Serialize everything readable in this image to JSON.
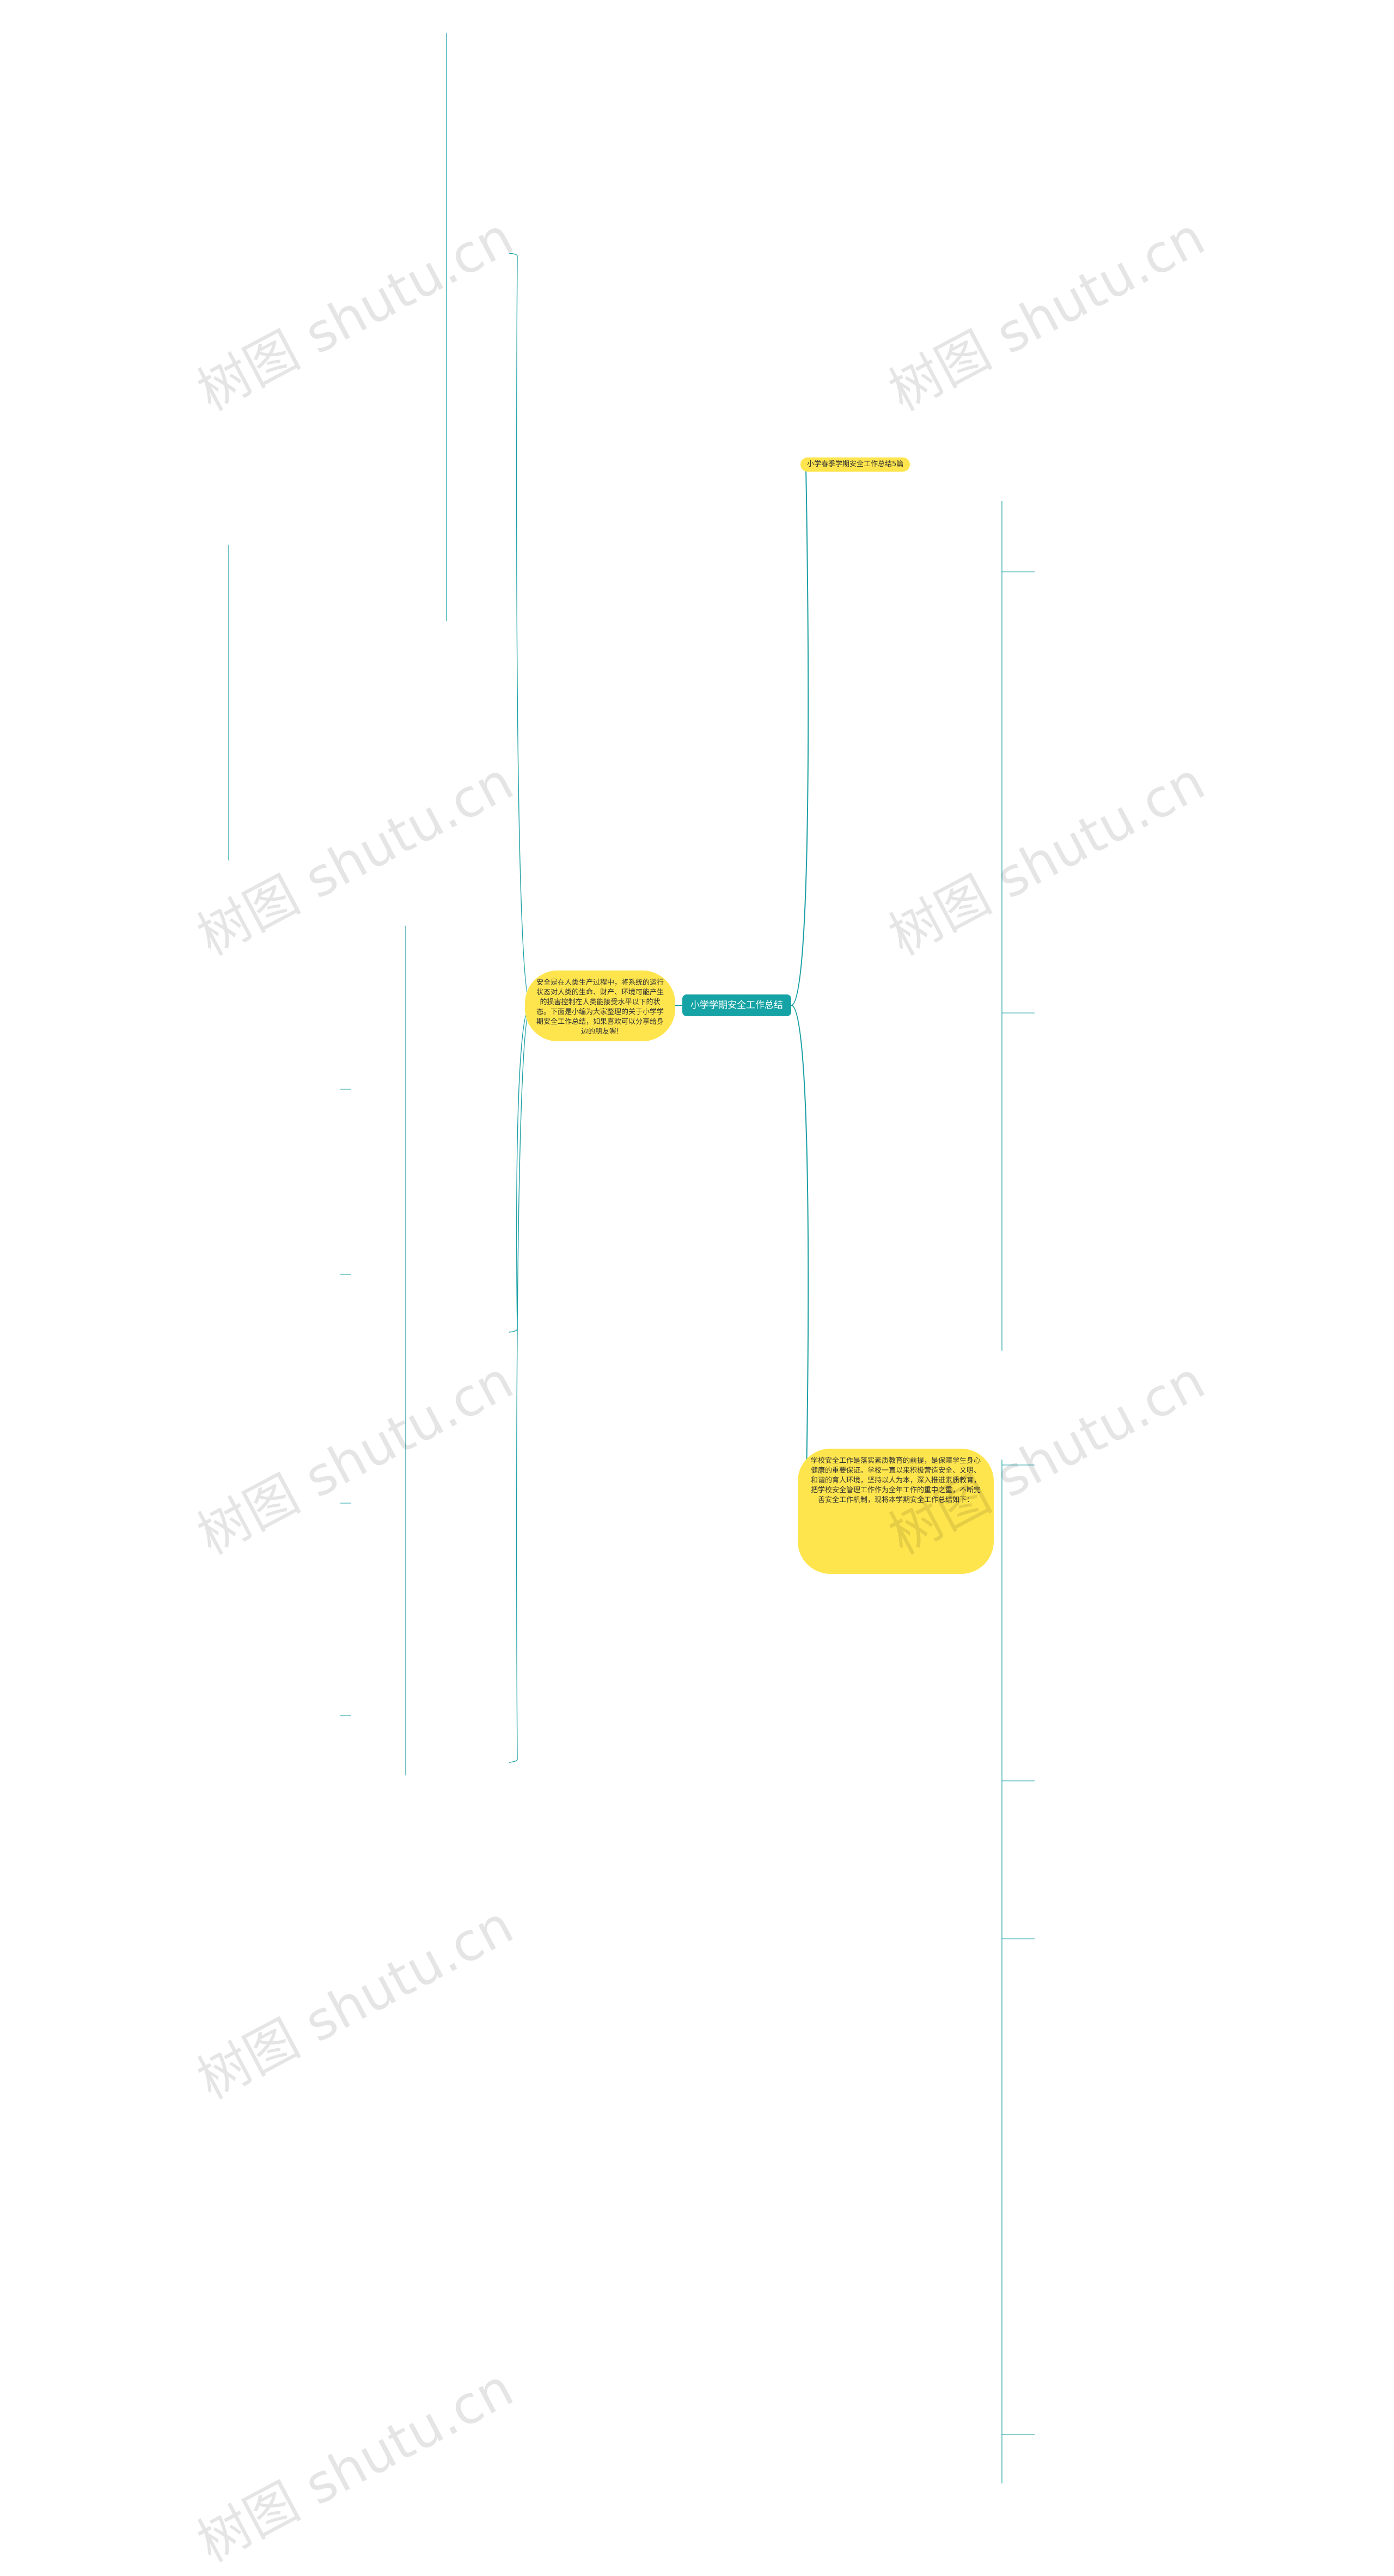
{
  "mindmap": {
    "root": "小学学期安全工作总结",
    "top_link": "小学春季学期安全工作总结5篇",
    "intro_left": "安全是在人类生产过程中，将系统的运行状态对人类的生命、财产、环境可能产生的损害控制在人类能接受水平以下的状态。下面是小编为大家整理的关于小学学期安全工作总结，如果喜欢可以分享给身边的朋友喔!",
    "intro_right": "学校安全工作是落实素质教育的前提，是保障学生身心健康的重要保证。学校一直以来积极营造安全、文明、和谐的育人环境，坚持以人为本，深入推进素质教育，把学校安全管理工作作为全年工作的重中之重，不断完善安全工作机制，现将本学期安全工作总结如下："
  },
  "watermarks": [
    "树图 shutu.cn",
    "树图 shutu.cn",
    "树图 shutu.cn",
    "树图 shutu.cn",
    "树图 shutu.cn",
    "树图 shutu.cn",
    "树图 shutu.cn",
    "树图 shutu.cn"
  ]
}
